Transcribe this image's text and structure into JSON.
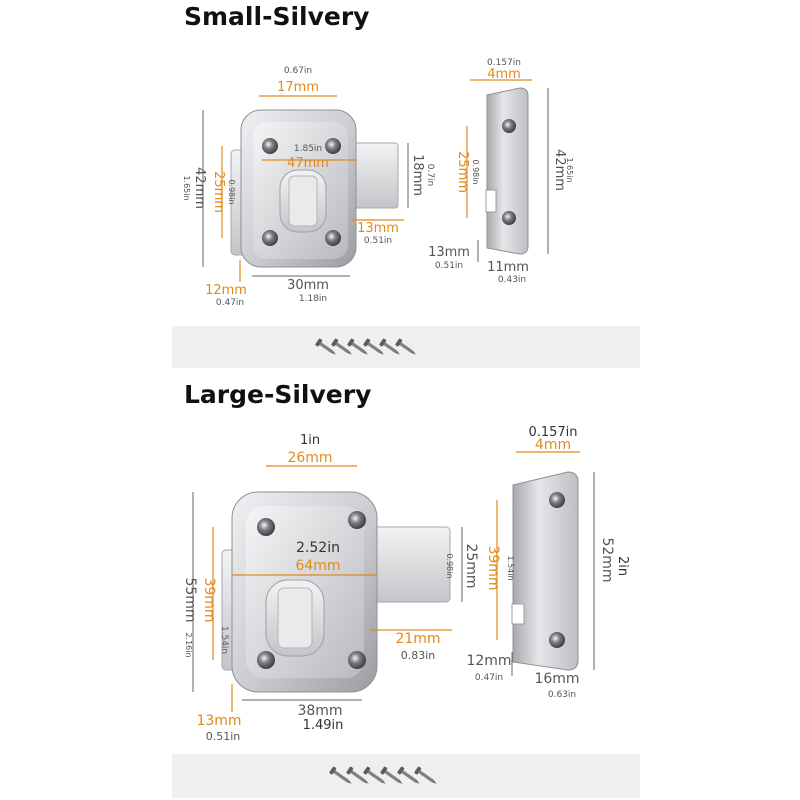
{
  "small": {
    "title": "Small-Silvery",
    "dims": {
      "top_width_in": "0.67in",
      "top_width_mm": "17mm",
      "span_in": "1.85in",
      "span_mm": "47mm",
      "bolt_height_in": "0.7in",
      "bolt_height_mm": "18mm",
      "hole_span_mm": "25mm",
      "hole_span_in": "0.98in",
      "height_mm": "42mm",
      "height_in": "1.65in",
      "bolt_ext_mm": "13mm",
      "bolt_ext_in": "0.51in",
      "plate_depth_mm": "12mm",
      "plate_depth_in": "0.47in",
      "width_mm": "30mm",
      "width_in": "1.18in",
      "keeper_top_in": "0.157in",
      "keeper_top_mm": "4mm",
      "keeper_hole_mm": "25mm",
      "keeper_hole_in": "0.98in",
      "keeper_height_mm": "42mm",
      "keeper_height_in": "1.65in",
      "keeper_depth_mm": "13mm",
      "keeper_depth_in": "0.51in",
      "keeper_width_mm": "11mm",
      "keeper_width_in": "0.43in"
    }
  },
  "large": {
    "title": "Large-Silvery",
    "dims": {
      "top_width_in": "1in",
      "top_width_mm": "26mm",
      "span_in": "2.52in",
      "span_mm": "64mm",
      "bolt_height_mm": "25mm",
      "bolt_height_in": "0.98in",
      "hole_span_mm": "39mm",
      "hole_span_in": "1.54in",
      "height_mm": "55mm",
      "height_in": "2.16in",
      "bolt_ext_mm": "21mm",
      "bolt_ext_in": "0.83in",
      "plate_depth_mm": "13mm",
      "plate_depth_in": "0.51in",
      "width_mm": "38mm",
      "width_in": "1.49in",
      "keeper_top_in": "0.157in",
      "keeper_top_mm": "4mm",
      "keeper_hole_mm": "39mm",
      "keeper_hole_in": "1.54in",
      "keeper_height_mm": "52mm",
      "keeper_height_in": "2in",
      "keeper_depth_mm": "12mm",
      "keeper_depth_in": "0.47in",
      "keeper_width_mm": "16mm",
      "keeper_width_in": "0.63in"
    }
  },
  "screws_per_pack": 6,
  "colors": {
    "accent": "#e08a1e",
    "dim_dark": "#555555",
    "metal_light": "#e6e7e9",
    "metal_dark": "#9a9ca0",
    "tray": "#f0efed"
  }
}
